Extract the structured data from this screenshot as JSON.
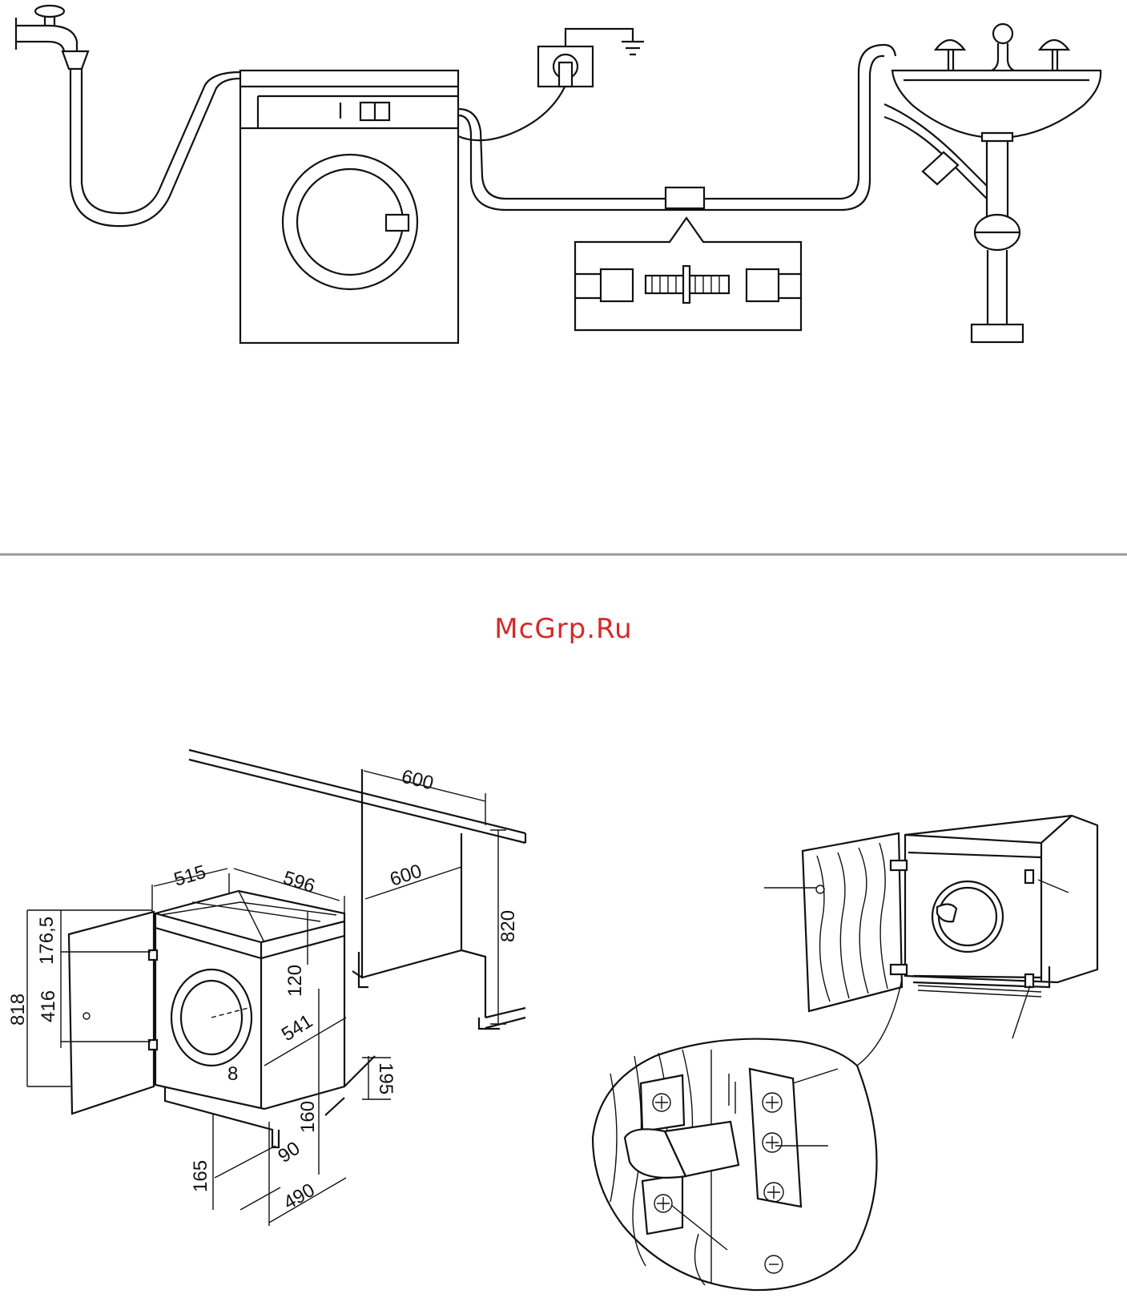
{
  "watermark": "McGrp.Ru",
  "dimensions": {
    "d600_top": "600",
    "d600_mid": "600",
    "d820": "820",
    "d515": "515",
    "d596": "596",
    "d176_5": "176,5",
    "d818": "818",
    "d416": "416",
    "d120": "120",
    "d541": "541",
    "d8": "8",
    "d195": "195",
    "d160": "160",
    "d165": "165",
    "d90": "90",
    "d490": "490"
  },
  "colors": {
    "line": "#111111",
    "divider": "#9a9a9a",
    "watermark": "#d42a2a"
  }
}
